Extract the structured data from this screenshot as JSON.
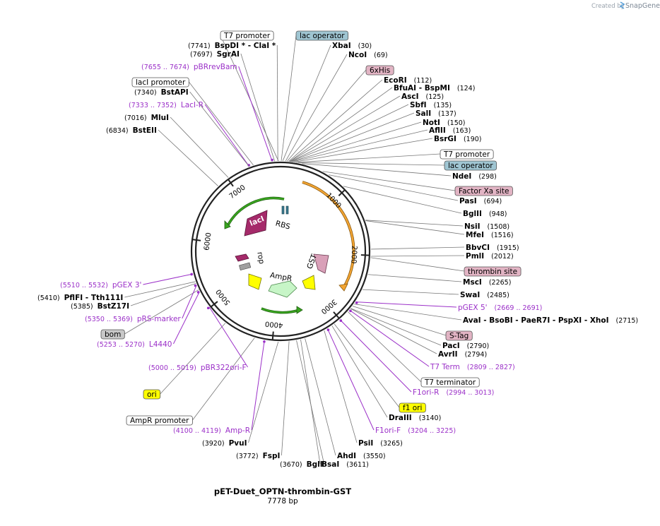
{
  "credit": {
    "prefix": "Created by",
    "brand": "SnapGene"
  },
  "plasmid": {
    "name": "pET-Duet_OPTN-thrombin-GST",
    "length": "7778 bp",
    "total_bp": 7778
  },
  "ticks": [
    "1000",
    "2000",
    "3000",
    "4000",
    "5000",
    "6000",
    "7000"
  ],
  "colors": {
    "primer": "#9b30c8",
    "gray_box": "#c8c8c8",
    "white_box": "#ffffff",
    "operator_box": "#9fc5d2",
    "tag_box": "#e2b4c4",
    "ori_box": "#ffff00",
    "orange_arc": "#f3a533",
    "green_arc": "#39a51f",
    "lacI_arrow": "#a52a6a",
    "ampR_arrow": "#c7f5c7",
    "yellow_arrow": "#ffff00",
    "gst_arrow": "#d9a0b8"
  },
  "inner_labels": {
    "lacI": "lacI",
    "rbs": "RBS",
    "rop": "rop",
    "ampR": "AmpR",
    "gst": "GST"
  },
  "labels": [
    {
      "type": "box",
      "style": "white",
      "text": "T7 promoter",
      "bp": 7750
    },
    {
      "type": "box",
      "style": "operator",
      "text": "lac operator",
      "bp": 10
    },
    {
      "type": "enz",
      "name": "XbaI",
      "pos": "(30)",
      "bp": 30
    },
    {
      "type": "enz",
      "name": "NcoI",
      "pos": "(69)",
      "bp": 69
    },
    {
      "type": "box",
      "style": "tag",
      "text": "6xHis",
      "bp": 90
    },
    {
      "type": "enz",
      "name": "EcoRI",
      "pos": "(112)",
      "bp": 112
    },
    {
      "type": "enz",
      "name": "BfuAI  -  BspMI",
      "pos": "(124)",
      "bp": 124
    },
    {
      "type": "enz",
      "name": "AscI",
      "pos": "(125)",
      "bp": 125
    },
    {
      "type": "enz",
      "name": "SbfI",
      "pos": "(135)",
      "bp": 135
    },
    {
      "type": "enz",
      "name": "SalI",
      "pos": "(137)",
      "bp": 137
    },
    {
      "type": "enz",
      "name": "NotI",
      "pos": "(150)",
      "bp": 150
    },
    {
      "type": "enz",
      "name": "AflII",
      "pos": "(163)",
      "bp": 163
    },
    {
      "type": "enz",
      "name": "BsrGI",
      "pos": "(190)",
      "bp": 190
    },
    {
      "type": "box",
      "style": "white",
      "text": "T7 promoter",
      "bp": 215
    },
    {
      "type": "box",
      "style": "operator",
      "text": "lac operator",
      "bp": 240
    },
    {
      "type": "enz",
      "name": "NdeI",
      "pos": "(298)",
      "bp": 298
    },
    {
      "type": "box",
      "style": "tag",
      "text": "Factor Xa site",
      "bp": 600
    },
    {
      "type": "enz",
      "name": "PasI",
      "pos": "(694)",
      "bp": 694
    },
    {
      "type": "enz",
      "name": "BglII",
      "pos": "(948)",
      "bp": 948
    },
    {
      "type": "enz",
      "name": "NsiI",
      "pos": "(1508)",
      "bp": 1508
    },
    {
      "type": "enz",
      "name": "MfeI",
      "pos": "(1516)",
      "bp": 1516
    },
    {
      "type": "enz",
      "name": "BbvCI",
      "pos": "(1915)",
      "bp": 1915
    },
    {
      "type": "enz",
      "name": "PmlI",
      "pos": "(2012)",
      "bp": 2012
    },
    {
      "type": "box",
      "style": "tag",
      "text": "thrombin site",
      "bp": 2030
    },
    {
      "type": "enz",
      "name": "MscI",
      "pos": "(2265)",
      "bp": 2265
    },
    {
      "type": "enz",
      "name": "SwaI",
      "pos": "(2485)",
      "bp": 2485
    },
    {
      "type": "primer",
      "name": "pGEX 5'",
      "pos": "(2669 .. 2691)",
      "bp": 2680
    },
    {
      "type": "enz",
      "name": "AvaI   -  BsoBI   -  PaeR7I   -  PspXI   -  XhoI",
      "pos": "(2715)",
      "bp": 2715
    },
    {
      "type": "box",
      "style": "tag",
      "text": "S-Tag",
      "bp": 2750
    },
    {
      "type": "enz",
      "name": "PacI",
      "pos": "(2790)",
      "bp": 2790
    },
    {
      "type": "enz",
      "name": "AvrII",
      "pos": "(2794)",
      "bp": 2794
    },
    {
      "type": "primer",
      "name": "T7 Term",
      "pos": "(2809 .. 2827)",
      "bp": 2818
    },
    {
      "type": "box",
      "style": "white",
      "text": "T7 terminator",
      "bp": 2850
    },
    {
      "type": "primer",
      "name": "F1ori-R",
      "pos": "(2994 .. 3013)",
      "bp": 3003
    },
    {
      "type": "box",
      "style": "ori",
      "text": "f1 ori",
      "bp": 3100
    },
    {
      "type": "enz",
      "name": "DraIII",
      "pos": "(3140)",
      "bp": 3140
    },
    {
      "type": "primer",
      "name": "F1ori-F",
      "pos": "(3204 .. 3225)",
      "bp": 3214
    },
    {
      "type": "enz",
      "name": "PsiI",
      "pos": "(3265)",
      "bp": 3265
    },
    {
      "type": "enz",
      "name": "AhdI",
      "pos": "(3550)",
      "bp": 3550
    },
    {
      "type": "enz",
      "name": "BsaI",
      "pos": "(3611)",
      "bp": 3611
    },
    {
      "type": "enz",
      "name": "BglI",
      "pos": "(3670)",
      "bp": 3670
    },
    {
      "type": "enz",
      "name": "FspI",
      "pos": "(3772)",
      "bp": 3772
    },
    {
      "type": "enz",
      "name": "PvuI",
      "pos": "(3920)",
      "bp": 3920
    },
    {
      "type": "primer",
      "name": "Amp-R",
      "pos": "(4100 .. 4119)",
      "bp": 4110
    },
    {
      "type": "box",
      "style": "white",
      "text": "AmpR promoter",
      "bp": 4250
    },
    {
      "type": "box",
      "style": "ori",
      "text": "ori",
      "bp": 4700
    },
    {
      "type": "primer",
      "name": "pBR322ori-F",
      "pos": "(5000 .. 5019)",
      "bp": 5010
    },
    {
      "type": "primer",
      "name": "L4440",
      "pos": "(5253 .. 5270)",
      "bp": 5262
    },
    {
      "type": "box",
      "style": "gray",
      "text": "bom",
      "bp": 5290
    },
    {
      "type": "primer",
      "name": "pRS-marker",
      "pos": "(5350 .. 5369)",
      "bp": 5360
    },
    {
      "type": "enz",
      "name": "BstZ17I",
      "pos": "(5385)",
      "bp": 5385
    },
    {
      "type": "enz",
      "name": "PflFI  -  Tth111I",
      "pos": "(5410)",
      "bp": 5410
    },
    {
      "type": "primer",
      "name": "pGEX 3'",
      "pos": "(5510 .. 5532)",
      "bp": 5521
    },
    {
      "type": "enz",
      "name": "BstEII",
      "pos": "(6834)",
      "bp": 6834
    },
    {
      "type": "enz",
      "name": "MluI",
      "pos": "(7016)",
      "bp": 7016
    },
    {
      "type": "primer",
      "name": "LacI-R",
      "pos": "(7333 .. 7352)",
      "bp": 7342
    },
    {
      "type": "enz",
      "name": "BstAPI",
      "pos": "(7340)",
      "bp": 7340
    },
    {
      "type": "box",
      "style": "white",
      "text": "lacI promoter",
      "bp": 7400
    },
    {
      "type": "primer",
      "name": "pBRrevBam",
      "pos": "(7655 .. 7674)",
      "bp": 7664
    },
    {
      "type": "enz",
      "name": "SgrAI",
      "pos": "(7697)",
      "bp": 7697
    },
    {
      "type": "enz",
      "name": "BspDI *  -  ClaI *",
      "pos": "(7741)",
      "bp": 7741
    }
  ]
}
